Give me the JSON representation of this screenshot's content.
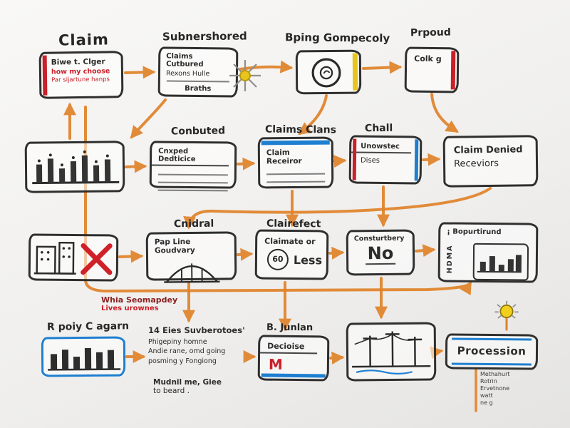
{
  "diagram": {
    "row1": {
      "claim_heading": "Claim",
      "claim_line1": "Biwe t. Clger",
      "claim_line2": "how my choose",
      "claim_line3": "Par sijartune hanps",
      "submitted_heading": "Subnershored",
      "submitted_line1": "Claims Cutbured",
      "submitted_line2": "Rexons Hulle",
      "submitted_line3": "Braths",
      "company_heading": "Bping Gompecoly",
      "proposed_heading": "Prpoud",
      "proposed_line1": "Colk g"
    },
    "row2": {
      "computed_heading": "Conbuted",
      "computed_line1": "Cnxped Dedticice",
      "claims_heading": "Claims Clans",
      "claims_line1": "Claim Receiror",
      "chall_heading": "Chall",
      "chall_line1": "Unowstec",
      "chall_line2": "Dises",
      "denied_line1": "Claim Denied",
      "denied_line2": "Receviors"
    },
    "row3": {
      "cnidral_heading": "Cnidral",
      "cnidral_line1": "Pap Line Goudvary",
      "clairefect_heading": "Clairefect",
      "clairefect_line1": "Claimate or",
      "clairefect_circled": "60",
      "clairefect_line2": "Less",
      "constraint_title": "Consturtbery",
      "constraint_value": "No",
      "report_title": "¡ Bopurtirund",
      "report_side": "HDMA"
    },
    "mid_note_line1": "Whia Seomapdey",
    "mid_note_line2": "Lives urownes",
    "row4": {
      "policy_heading": "R poiy C agarn",
      "notes_title": "14 Eies Suvberotoes'",
      "notes_line1": "Phigepiny homne",
      "notes_line2": "Andie rane, omd going",
      "notes_line3": "posming y Fongiong",
      "notes_foot1": "Mudnil me, Giee",
      "notes_foot2": "to beard .",
      "decision_heading": "B. Junlan",
      "decision_line1": "Decioise",
      "decision_mark": "M",
      "procession_label": "Procession",
      "procession_note1": "Methahurt",
      "procession_note2": "Rotrin",
      "procession_note3": "Ervetnone",
      "procession_note4": "watt",
      "procession_note5": "ne g"
    },
    "colors": {
      "arrow_orange": "#e0832a",
      "accent_red": "#c9202a",
      "accent_blue": "#1e7fd0",
      "accent_yellow": "#e8c51c",
      "ink": "#2b2b2b"
    }
  }
}
